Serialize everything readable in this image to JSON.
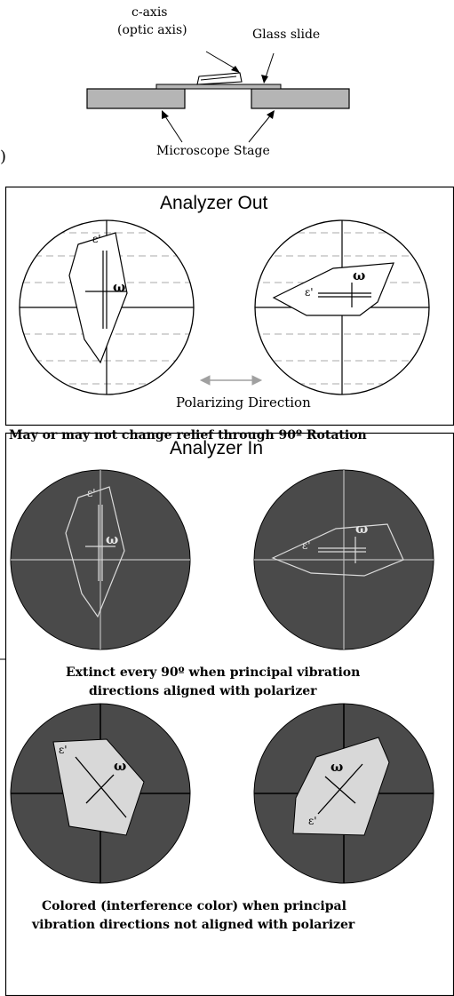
{
  "top_diagram": {
    "c_axis_label_line1": "c-axis",
    "c_axis_label_line2": "(optic axis)",
    "glass_slide_label": "Glass slide",
    "stage_label": "Microscope Stage",
    "edge_paren": ")"
  },
  "analyzer_out": {
    "title": "Analyzer Out",
    "epsilon_label": "ε'",
    "omega_label": "ω",
    "polarizing_label": "Polarizing Direction",
    "relief_note": "May or may not change relief through 90º Rotation"
  },
  "analyzer_in": {
    "title": "Analyzer In",
    "epsilon_label": "ε'",
    "omega_label": "ω",
    "extinct_note_line1": "Extinct every 90º when principal vibration",
    "extinct_note_line2": "directions aligned with polarizer",
    "colored_note_line1": "Colored (interference color) when principal",
    "colored_note_line2": "vibration directions not aligned with polarizer"
  },
  "colors": {
    "stage_fill": "#b5b5b5",
    "dark_field": "#4a4a4a",
    "crystal_colored": "#d8d8d8",
    "dashed_lines": "#a8a8a8",
    "arrow_gray": "#a0a0a0",
    "crosshair_light": "#bdbdbd"
  }
}
